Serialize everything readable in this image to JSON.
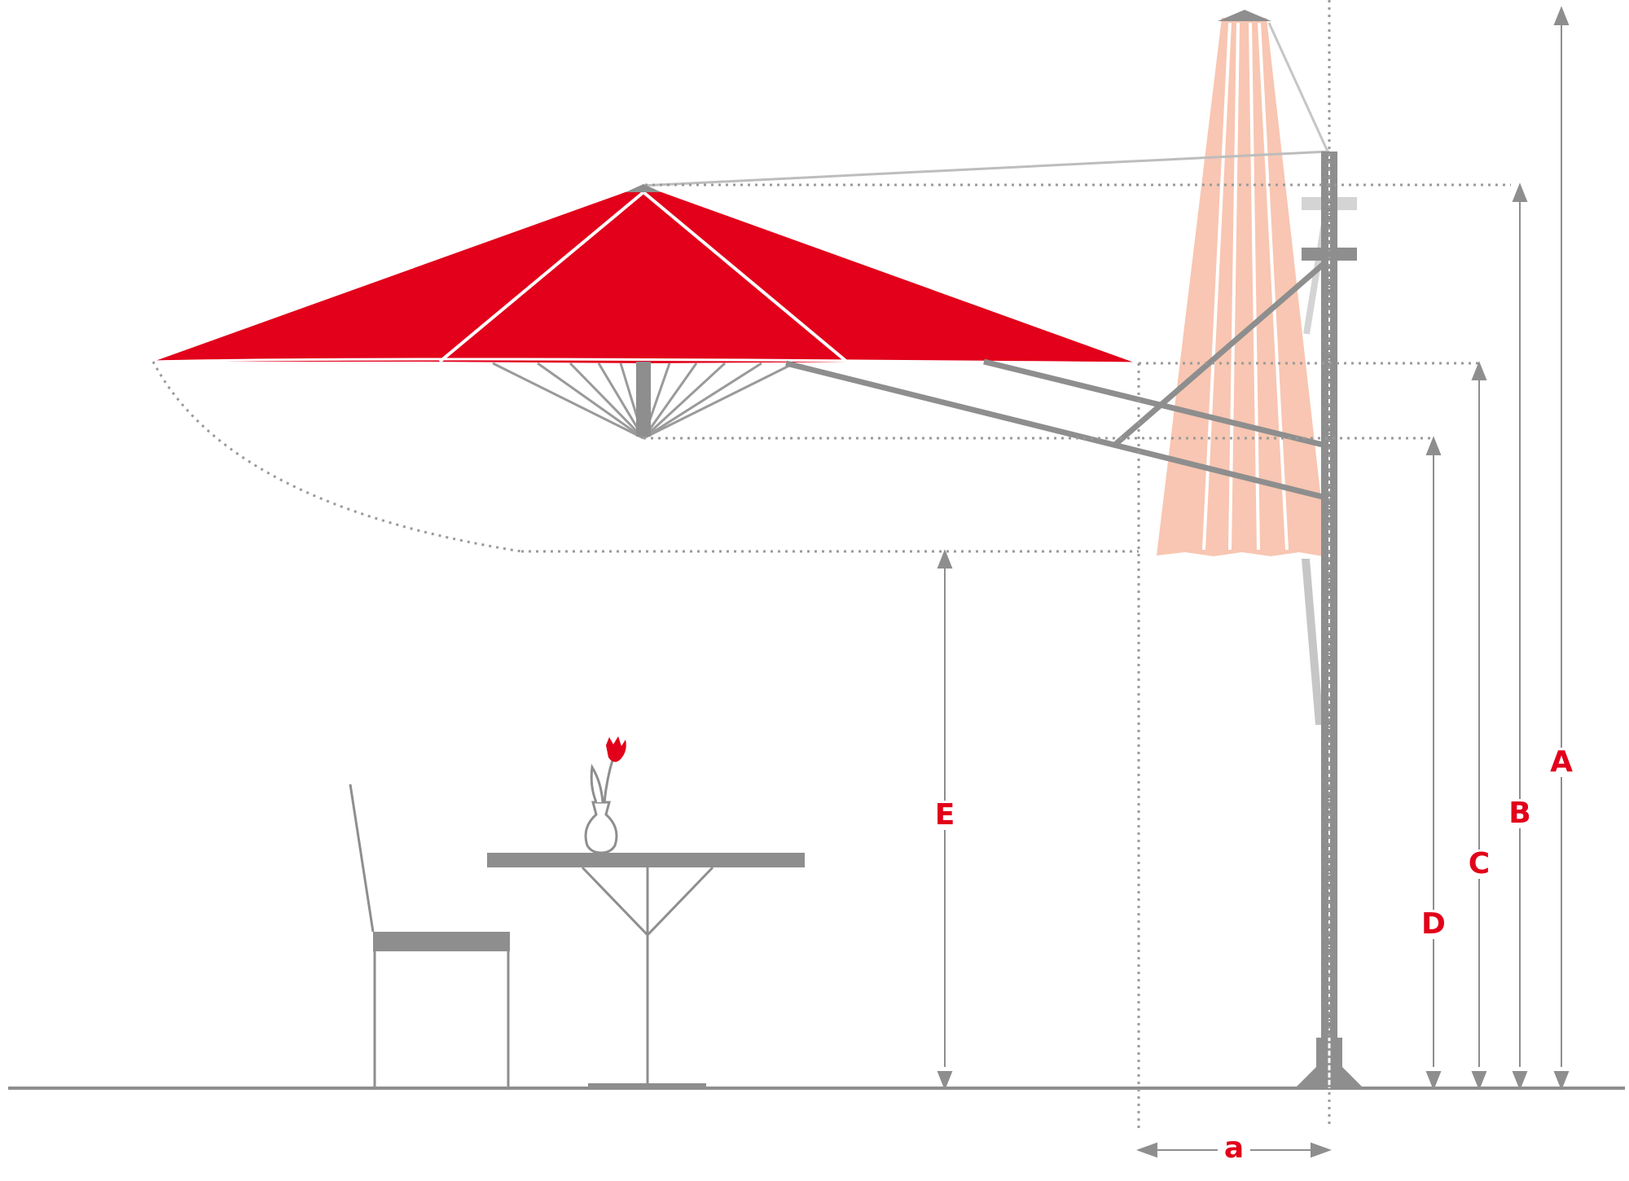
{
  "colors": {
    "canopy_red": "#e2001a",
    "folded_canopy": "#f8c6b2",
    "structure_gray": "#8e8e8e",
    "light_gray": "#c6c6c6",
    "label_red": "#e2001a"
  },
  "dimensions": {
    "A": "A",
    "B": "B",
    "C": "C",
    "D": "D",
    "E": "E",
    "a": "a"
  }
}
